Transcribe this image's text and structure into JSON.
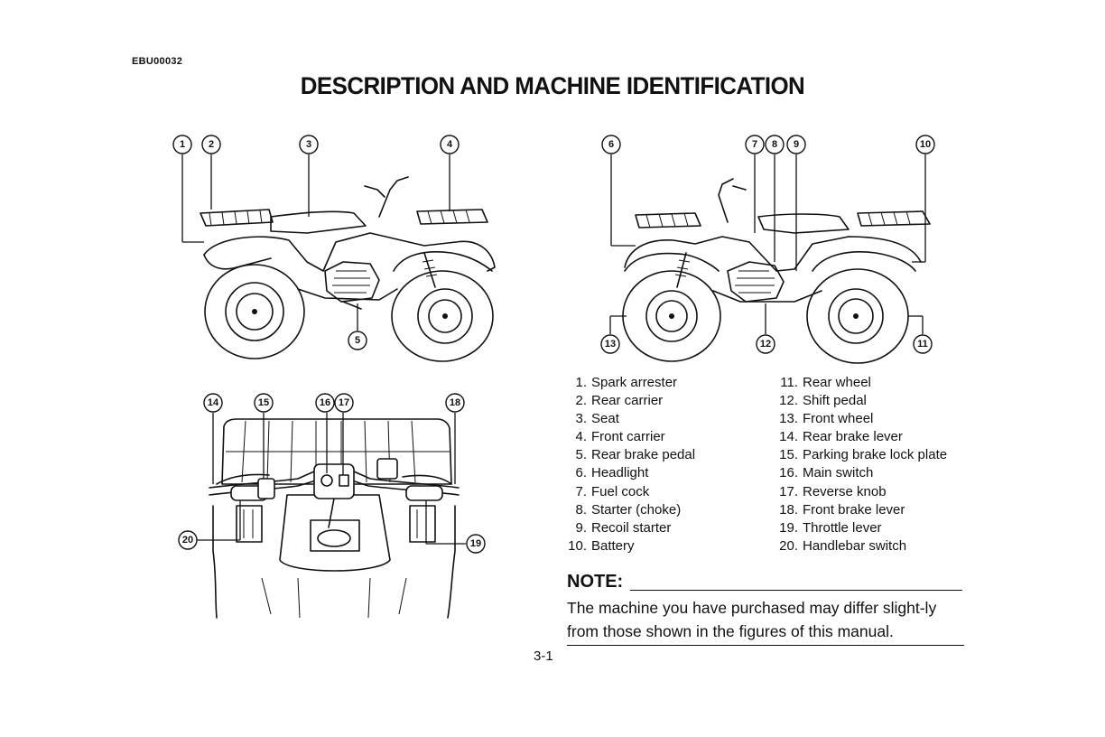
{
  "header": {
    "code": "EBU00032",
    "title": "DESCRIPTION AND MACHINE IDENTIFICATION"
  },
  "callouts": {
    "left_view": [
      "1",
      "2",
      "3",
      "4",
      "5"
    ],
    "right_view": [
      "6",
      "7",
      "8",
      "9",
      "10",
      "11",
      "12",
      "13"
    ],
    "handlebar_view": [
      "14",
      "15",
      "16",
      "17",
      "18",
      "19",
      "20"
    ]
  },
  "legend": {
    "left_column": [
      {
        "num": "1.",
        "label": "Spark arrester"
      },
      {
        "num": "2.",
        "label": "Rear carrier"
      },
      {
        "num": "3.",
        "label": "Seat"
      },
      {
        "num": "4.",
        "label": "Front carrier"
      },
      {
        "num": "5.",
        "label": "Rear brake pedal"
      },
      {
        "num": "6.",
        "label": "Headlight"
      },
      {
        "num": "7.",
        "label": "Fuel cock"
      },
      {
        "num": "8.",
        "label": "Starter (choke)"
      },
      {
        "num": "9.",
        "label": "Recoil starter"
      },
      {
        "num": "10.",
        "label": "Battery"
      }
    ],
    "right_column": [
      {
        "num": "11.",
        "label": "Rear wheel"
      },
      {
        "num": "12.",
        "label": "Shift pedal"
      },
      {
        "num": "13.",
        "label": "Front wheel"
      },
      {
        "num": "14.",
        "label": "Rear brake lever"
      },
      {
        "num": "15.",
        "label": "Parking brake lock plate"
      },
      {
        "num": "16.",
        "label": "Main switch"
      },
      {
        "num": "17.",
        "label": "Reverse knob"
      },
      {
        "num": "18.",
        "label": "Front brake lever"
      },
      {
        "num": "19.",
        "label": "Throttle lever"
      },
      {
        "num": "20.",
        "label": "Handlebar switch"
      }
    ]
  },
  "note": {
    "heading": "NOTE:",
    "text": "The machine you have purchased may differ slight-ly from those shown in the figures of this manual."
  },
  "footer": {
    "page_number": "3-1"
  }
}
